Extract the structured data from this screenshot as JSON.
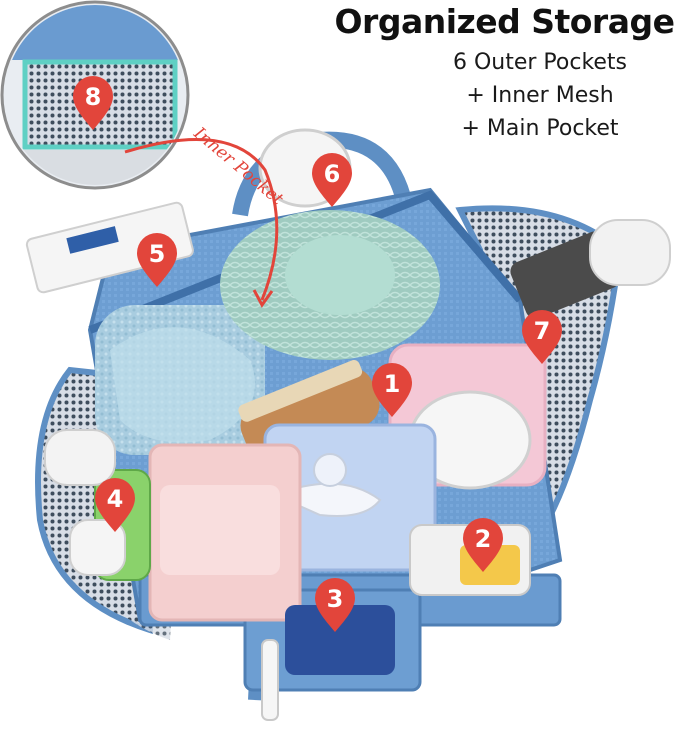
{
  "header": {
    "title": "Organized Storage",
    "lines": [
      "6 Outer Pockets",
      "+ Inner Mesh",
      "+ Main Pocket"
    ]
  },
  "callouts": {
    "inner_label": "Inner Pocket",
    "numbers": [
      "1",
      "2",
      "3",
      "4",
      "5",
      "6",
      "7",
      "8"
    ]
  },
  "colors": {
    "pin": "#e2453b",
    "bag_blue": "#6a9bd0",
    "mesh": "#3c4a5a",
    "text": "#111111"
  },
  "icons": {
    "pin": "map-pin-icon",
    "arrow": "curved-arrow-icon"
  }
}
